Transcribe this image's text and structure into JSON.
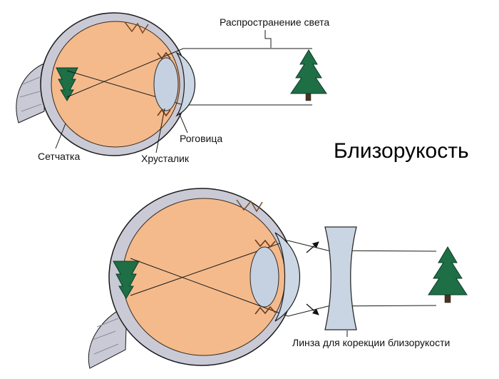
{
  "title": "Близорукость",
  "top_diagram": {
    "light_label": "Распространение света",
    "cornea_label": "Роговица",
    "lens_label": "Хрусталик",
    "retina_label": "Сетчатка"
  },
  "bottom_diagram": {
    "corrective_lens_label": "Линза для корекции близорукости"
  },
  "colors": {
    "sclera": "#c9cad6",
    "eye_interior": "#f4ba8c",
    "cornea": "#ccd7e5",
    "crystalline_lens": "#c5d1e1",
    "corrective_lens": "#c9d5e3",
    "tree": "#1e6e46",
    "tree_outline": "#0e3d25",
    "trunk": "#4a3320",
    "line": "#1a1a1a",
    "background": "#ffffff"
  }
}
